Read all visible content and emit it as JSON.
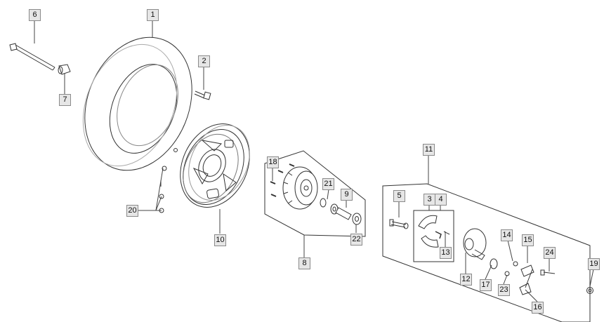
{
  "callouts": {
    "c1": "1",
    "c2": "2",
    "c3": "3",
    "c4": "4",
    "c5": "5",
    "c6": "6",
    "c7": "7",
    "c8": "8",
    "c9": "9",
    "c10": "10",
    "c11": "11",
    "c12": "12",
    "c13": "13",
    "c14": "14",
    "c15": "15",
    "c16": "16",
    "c17": "17",
    "c18": "18",
    "c19": "19",
    "c20": "20",
    "c21": "21",
    "c22": "22",
    "c23": "23",
    "c24": "24"
  },
  "colors": {
    "line": "#333333",
    "label_bg": "#e6e6e6",
    "label_border": "#8a8a8a"
  }
}
